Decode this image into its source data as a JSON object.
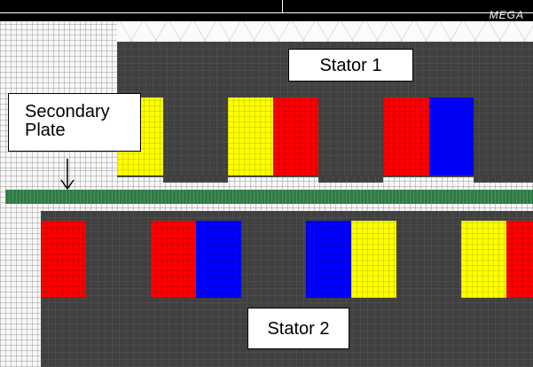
{
  "titlebar": {
    "logo_text": "MEGA"
  },
  "labels": {
    "stator1": "Stator 1",
    "stator2": "Stator 2",
    "secondary_plate": "Secondary\nPlate"
  },
  "colors": {
    "yellow": "#ffff00",
    "red": "#ff0000",
    "blue": "#0000ff",
    "iron": "#404040",
    "plate": "#2f7a45"
  }
}
